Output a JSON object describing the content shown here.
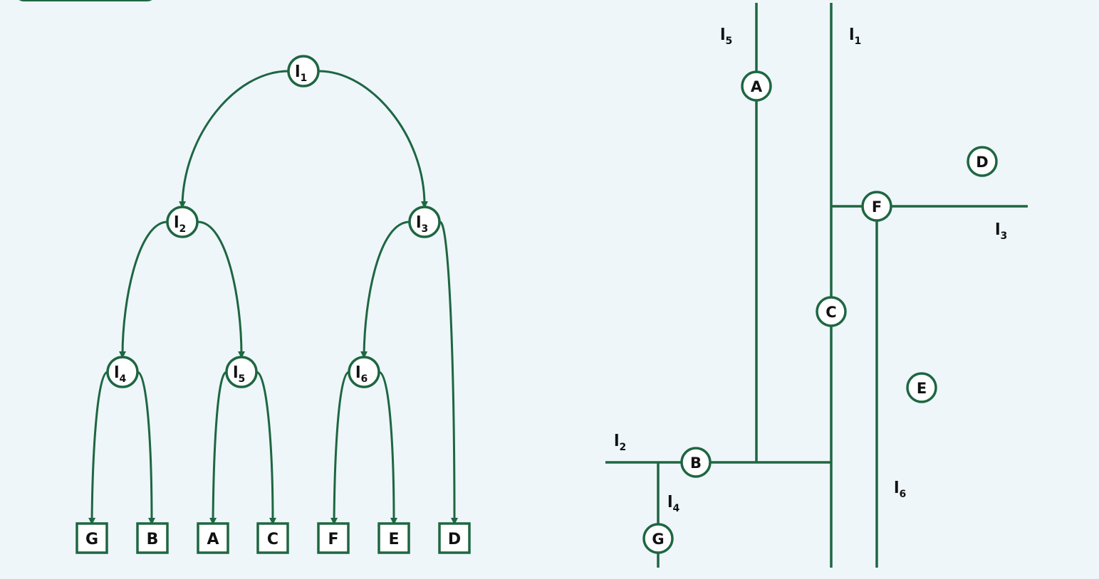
{
  "colors": {
    "stroke": "#1e6641",
    "background": "#eef6fa",
    "node_fill": "#ffffff"
  },
  "tree": {
    "internal_nodes": [
      {
        "id": "n1",
        "base": "l",
        "sub": "1"
      },
      {
        "id": "n2",
        "base": "l",
        "sub": "2"
      },
      {
        "id": "n3",
        "base": "l",
        "sub": "3"
      },
      {
        "id": "n4",
        "base": "l",
        "sub": "4"
      },
      {
        "id": "n5",
        "base": "l",
        "sub": "5"
      },
      {
        "id": "n6",
        "base": "l",
        "sub": "6"
      }
    ],
    "leaves": [
      "G",
      "B",
      "A",
      "C",
      "F",
      "E",
      "D"
    ]
  },
  "partition": {
    "line_labels": [
      {
        "id": "L1",
        "base": "l",
        "sub": "1"
      },
      {
        "id": "L2",
        "base": "l",
        "sub": "2"
      },
      {
        "id": "L3",
        "base": "l",
        "sub": "3"
      },
      {
        "id": "L4",
        "base": "l",
        "sub": "4"
      },
      {
        "id": "L5",
        "base": "l",
        "sub": "5"
      },
      {
        "id": "L6",
        "base": "l",
        "sub": "6"
      }
    ],
    "points": [
      "A",
      "B",
      "C",
      "D",
      "E",
      "F",
      "G"
    ]
  }
}
